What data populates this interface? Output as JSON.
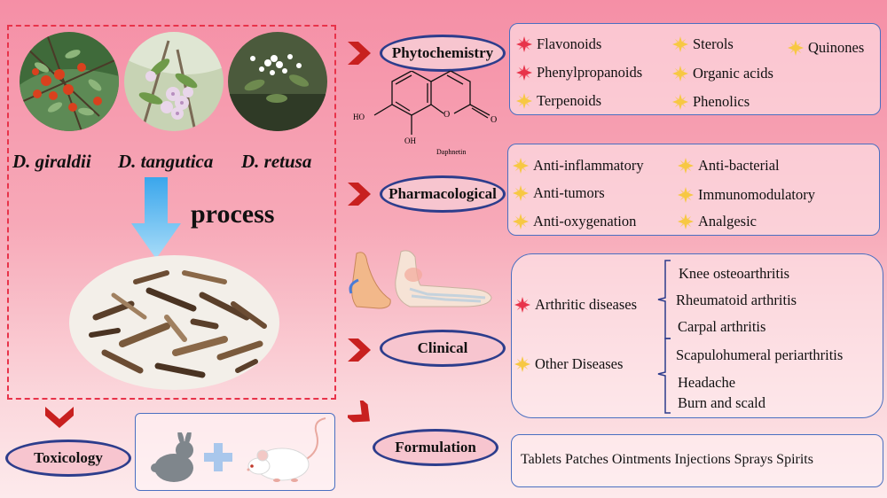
{
  "species": [
    "D. giraldii",
    "D. tangutica",
    "D. retusa"
  ],
  "process_label": "process",
  "nodes": {
    "phytochemistry": "Phytochemistry",
    "pharmacological": "Pharmacological",
    "clinical": "Clinical",
    "formulation": "Formulation",
    "toxicology": "Toxicology"
  },
  "molecule": {
    "name": "Daphnetin",
    "ho1": "HO",
    "oh2": "OH",
    "o_ring": "O",
    "o_carbonyl": "O"
  },
  "phytochemistry_items": [
    {
      "label": "Flavonoids",
      "icon": "red-star-icon"
    },
    {
      "label": "Sterols",
      "icon": "yellow-star-icon"
    },
    {
      "label": "Quinones",
      "icon": "yellow-star-icon"
    },
    {
      "label": "Phenylpropanoids",
      "icon": "red-star-icon"
    },
    {
      "label": "Organic acids",
      "icon": "yellow-star-icon"
    },
    {
      "label": "Terpenoids",
      "icon": "yellow-star-icon"
    },
    {
      "label": "Phenolics",
      "icon": "yellow-star-icon"
    }
  ],
  "pharmacological_items": [
    {
      "label": "Anti-inflammatory",
      "icon": "yellow-star-icon"
    },
    {
      "label": "Anti-bacterial",
      "icon": "yellow-star-icon"
    },
    {
      "label": "Anti-tumors",
      "icon": "yellow-star-icon"
    },
    {
      "label": "Immunomodulatory",
      "icon": "yellow-star-icon"
    },
    {
      "label": "Anti-oxygenation",
      "icon": "yellow-star-icon"
    },
    {
      "label": "Analgesic",
      "icon": "yellow-star-icon"
    }
  ],
  "clinical": {
    "arthritic": {
      "label": "Arthritic diseases",
      "icon": "red-star-icon",
      "children": [
        "Knee osteoarthritis",
        "Rheumatoid arthritis",
        "Carpal arthritis"
      ]
    },
    "other": {
      "label": "Other Diseases",
      "icon": "yellow-star-icon",
      "children": [
        "Scapulohumeral periarthritis",
        "Headache",
        "Burn and scald"
      ]
    }
  },
  "formulation_text": "Tablets Patches Ointments Injections Sprays Spirits",
  "colors": {
    "red_star": "#e8334a",
    "yellow_star": "#f7c843",
    "chevron": "#c8201f",
    "oval_border": "#2d3d8c",
    "panel_border": "#4a6fc1",
    "dashed_border": "#e8334a",
    "arrow_blue": "#5bb8f0"
  }
}
